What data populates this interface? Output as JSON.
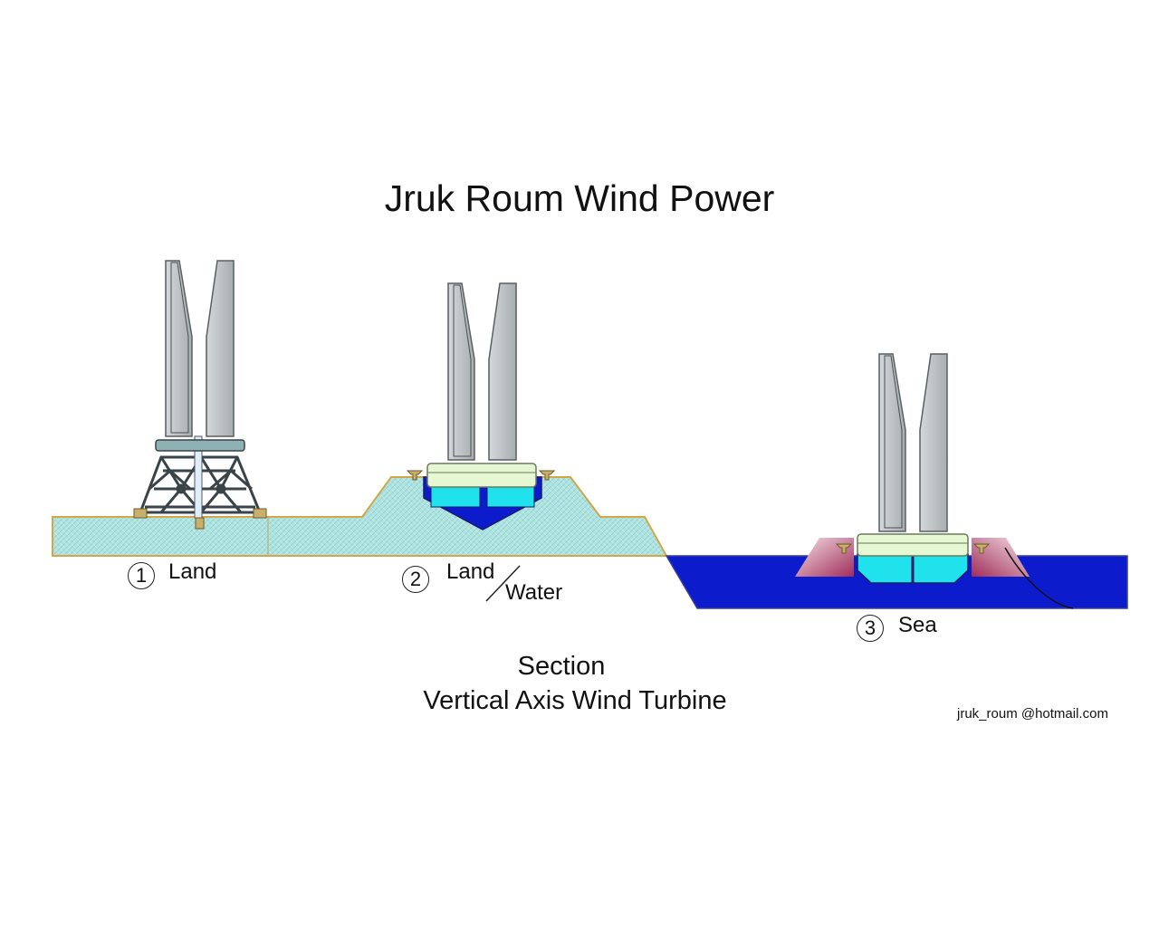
{
  "title": "Jruk Roum Wind Power",
  "sections": [
    {
      "number": "1",
      "label": "Land"
    },
    {
      "number": "2",
      "label": "Land",
      "label_2": "Water"
    },
    {
      "number": "3",
      "label": "Sea"
    }
  ],
  "caption": {
    "line1": "Section",
    "line2": "Vertical Axis Wind Turbine"
  },
  "contact": "jruk_roum @hotmail.com",
  "colors": {
    "ground": "#aee3e0",
    "ground_edge": "#d4a648",
    "water": "#0c1ccc",
    "blade": "#b9bdbf",
    "platform": "#e6f7d4",
    "float_cyan": "#1fe2ec",
    "pontoon": "#a83a60",
    "truss": "#3a4348"
  }
}
